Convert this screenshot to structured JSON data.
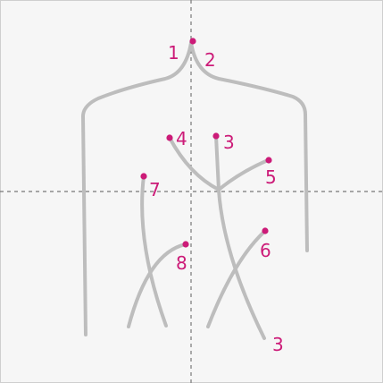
{
  "labels": {
    "stroke_1": "1",
    "stroke_2": "2",
    "stroke_3": "3",
    "stroke_3_end": "3",
    "stroke_4": "4",
    "stroke_5": "5",
    "stroke_6": "6",
    "stroke_7": "7",
    "stroke_8": "8"
  },
  "colors": {
    "stroke": "#bdbdbd",
    "start_point": "#cc1b78",
    "label": "#cc1b78",
    "guide": "#777777",
    "background": "#f6f6f6"
  }
}
